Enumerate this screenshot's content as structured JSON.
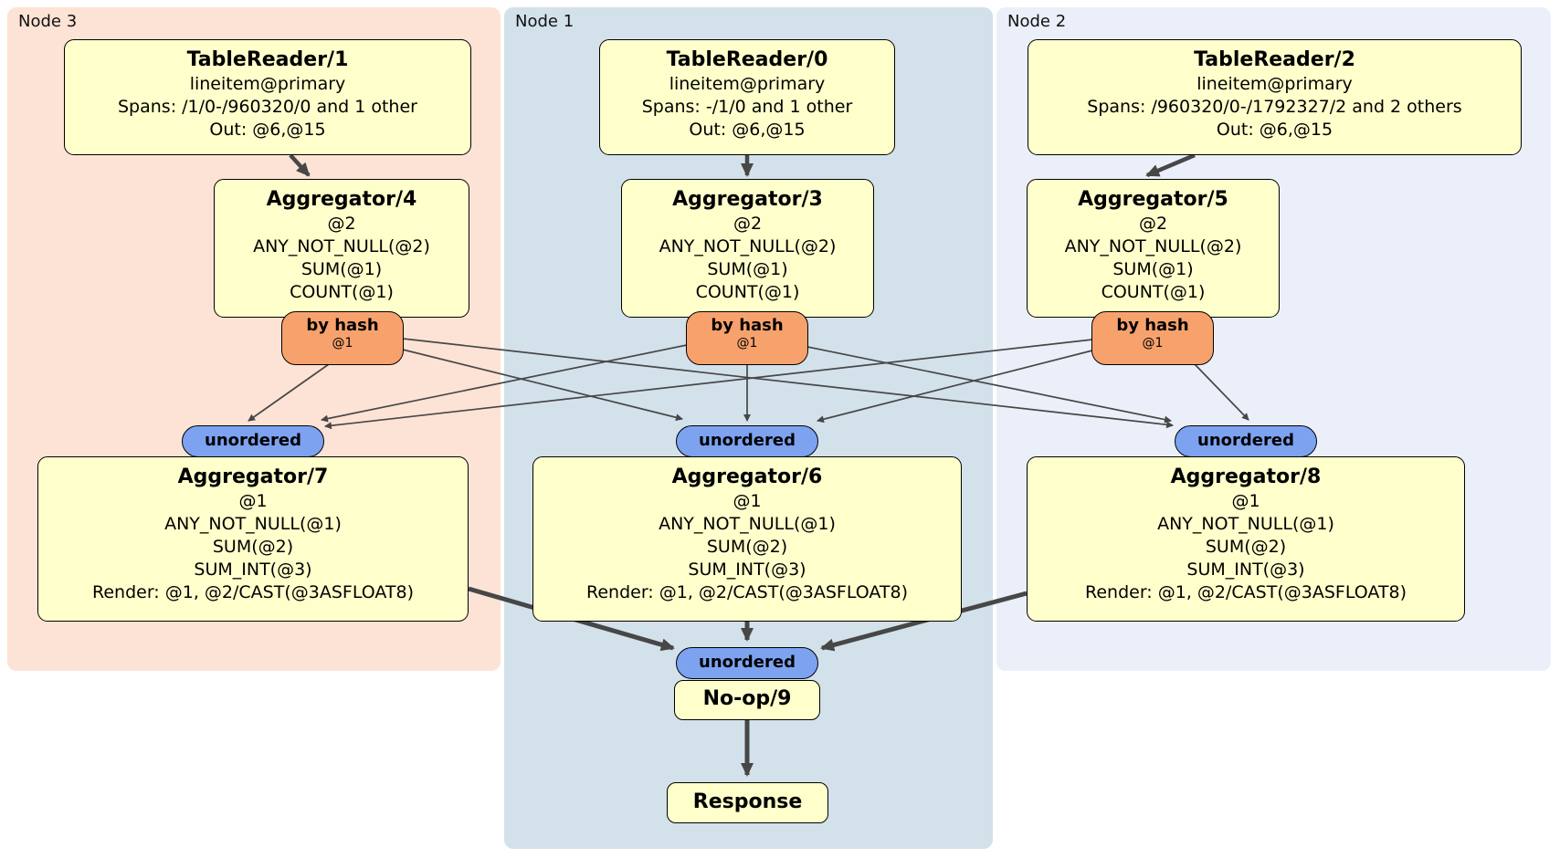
{
  "colors": {
    "node3_bg": "#fce3d5",
    "node1_bg": "#d3e1eb",
    "node2_bg": "#eaeff9",
    "box_fill": "#ffffcc",
    "router_fill": "#f7a26d",
    "sync_fill": "#7da2f0",
    "edge": "#474747"
  },
  "nodes": [
    {
      "label": "Node 3",
      "table_reader": {
        "title": "TableReader/1",
        "lines": [
          "lineitem@primary",
          "Spans: /1/0-/960320/0 and 1 other",
          "Out: @6,@15"
        ]
      },
      "pre_aggregator": {
        "title": "Aggregator/4",
        "lines": [
          "@2",
          "ANY_NOT_NULL(@2)",
          "SUM(@1)",
          "COUNT(@1)"
        ]
      },
      "router": {
        "label": "by hash",
        "detail": "@1"
      },
      "sync": {
        "label": "unordered"
      },
      "final_aggregator": {
        "title": "Aggregator/7",
        "lines": [
          "@1",
          "ANY_NOT_NULL(@1)",
          "SUM(@2)",
          "SUM_INT(@3)",
          "Render: @1, @2/CAST(@3ASFLOAT8)"
        ]
      }
    },
    {
      "label": "Node 1",
      "table_reader": {
        "title": "TableReader/0",
        "lines": [
          "lineitem@primary",
          "Spans: -/1/0 and 1 other",
          "Out: @6,@15"
        ]
      },
      "pre_aggregator": {
        "title": "Aggregator/3",
        "lines": [
          "@2",
          "ANY_NOT_NULL(@2)",
          "SUM(@1)",
          "COUNT(@1)"
        ]
      },
      "router": {
        "label": "by hash",
        "detail": "@1"
      },
      "sync": {
        "label": "unordered"
      },
      "final_aggregator": {
        "title": "Aggregator/6",
        "lines": [
          "@1",
          "ANY_NOT_NULL(@1)",
          "SUM(@2)",
          "SUM_INT(@3)",
          "Render: @1, @2/CAST(@3ASFLOAT8)"
        ]
      }
    },
    {
      "label": "Node 2",
      "table_reader": {
        "title": "TableReader/2",
        "lines": [
          "lineitem@primary",
          "Spans: /960320/0-/1792327/2 and 2 others",
          "Out: @6,@15"
        ]
      },
      "pre_aggregator": {
        "title": "Aggregator/5",
        "lines": [
          "@2",
          "ANY_NOT_NULL(@2)",
          "SUM(@1)",
          "COUNT(@1)"
        ]
      },
      "router": {
        "label": "by hash",
        "detail": "@1"
      },
      "sync": {
        "label": "unordered"
      },
      "final_aggregator": {
        "title": "Aggregator/8",
        "lines": [
          "@1",
          "ANY_NOT_NULL(@1)",
          "SUM(@2)",
          "SUM_INT(@3)",
          "Render: @1, @2/CAST(@3ASFLOAT8)"
        ]
      }
    }
  ],
  "output": {
    "sync_label": "unordered",
    "noop_label": "No-op/9",
    "response_label": "Response"
  }
}
